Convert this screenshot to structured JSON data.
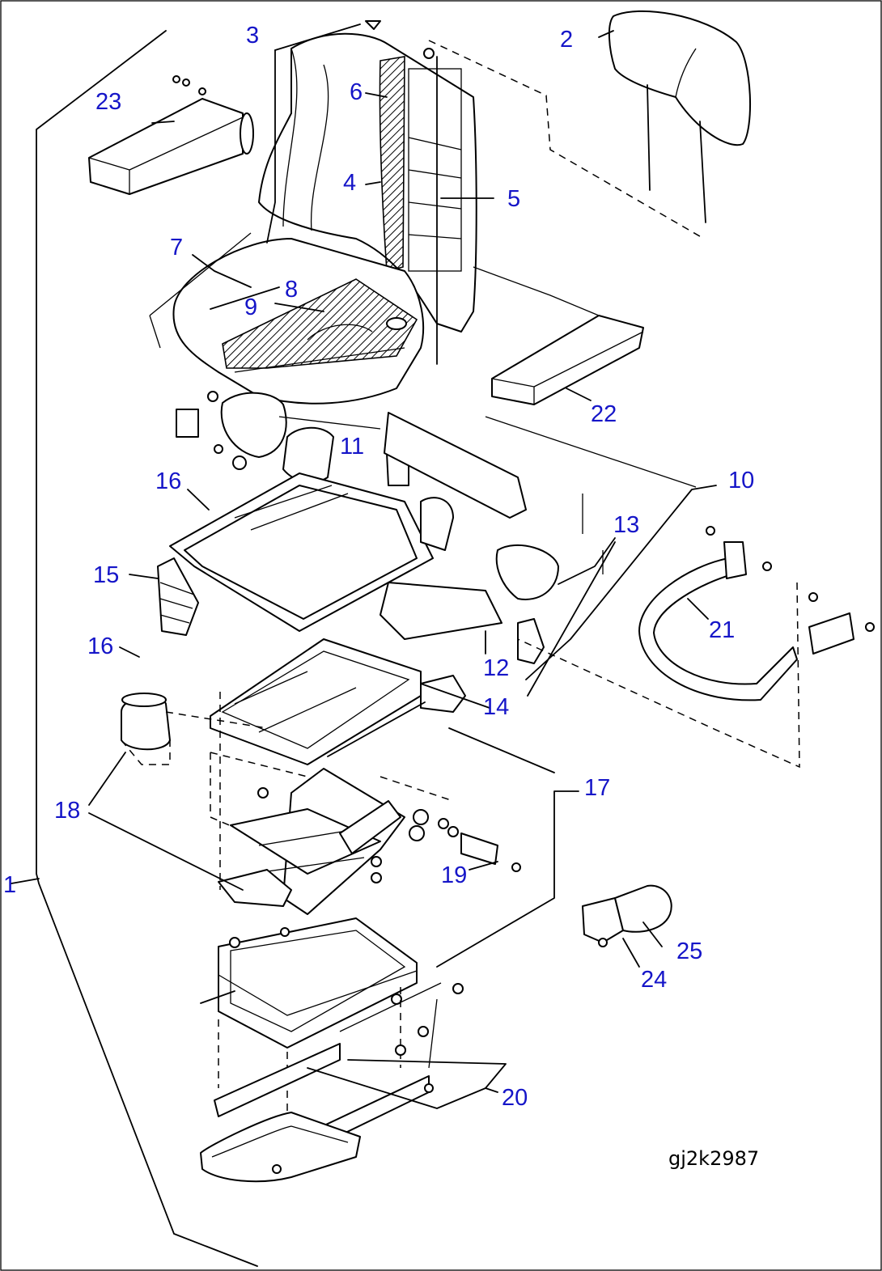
{
  "diagram": {
    "reference_code": "gj2k2987",
    "callout_color": "#1515c8",
    "line_color": "#000000",
    "background": "#ffffff",
    "callouts": [
      {
        "id": "c1",
        "label": "1"
      },
      {
        "id": "c2",
        "label": "2"
      },
      {
        "id": "c3",
        "label": "3"
      },
      {
        "id": "c4",
        "label": "4"
      },
      {
        "id": "c5",
        "label": "5"
      },
      {
        "id": "c6",
        "label": "6"
      },
      {
        "id": "c7",
        "label": "7"
      },
      {
        "id": "c8",
        "label": "8"
      },
      {
        "id": "c9",
        "label": "9"
      },
      {
        "id": "c10",
        "label": "10"
      },
      {
        "id": "c11",
        "label": "11"
      },
      {
        "id": "c12",
        "label": "12"
      },
      {
        "id": "c13",
        "label": "13"
      },
      {
        "id": "c14",
        "label": "14"
      },
      {
        "id": "c15",
        "label": "15"
      },
      {
        "id": "c16a",
        "label": "16"
      },
      {
        "id": "c16b",
        "label": "16"
      },
      {
        "id": "c17",
        "label": "17"
      },
      {
        "id": "c18",
        "label": "18"
      },
      {
        "id": "c19",
        "label": "19"
      },
      {
        "id": "c20",
        "label": "20"
      },
      {
        "id": "c21",
        "label": "21"
      },
      {
        "id": "c22",
        "label": "22"
      },
      {
        "id": "c23",
        "label": "23"
      },
      {
        "id": "c24",
        "label": "24"
      },
      {
        "id": "c25",
        "label": "25"
      }
    ]
  }
}
